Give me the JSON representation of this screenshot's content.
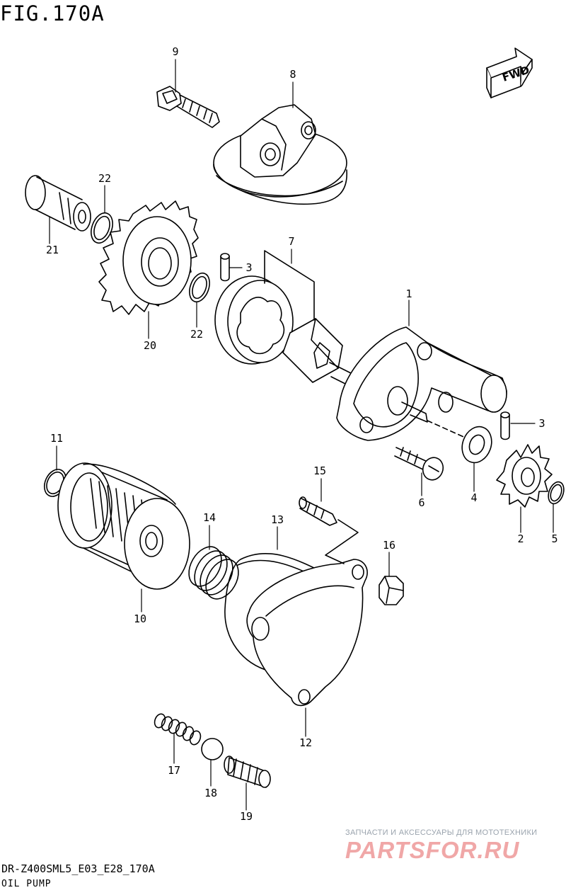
{
  "figure": {
    "title": "FIG.170A",
    "code": "DR-Z400SML5_E03_E28_170A",
    "caption": "OIL PUMP",
    "fwd_label": "FWD"
  },
  "parts": [
    {
      "id": "part-1",
      "number": "1"
    },
    {
      "id": "part-2",
      "number": "2"
    },
    {
      "id": "part-3a",
      "number": "3"
    },
    {
      "id": "part-3b",
      "number": "3"
    },
    {
      "id": "part-4",
      "number": "4"
    },
    {
      "id": "part-5",
      "number": "5"
    },
    {
      "id": "part-6",
      "number": "6"
    },
    {
      "id": "part-7",
      "number": "7"
    },
    {
      "id": "part-8",
      "number": "8"
    },
    {
      "id": "part-9",
      "number": "9"
    },
    {
      "id": "part-10",
      "number": "10"
    },
    {
      "id": "part-11",
      "number": "11"
    },
    {
      "id": "part-12",
      "number": "12"
    },
    {
      "id": "part-13",
      "number": "13"
    },
    {
      "id": "part-14",
      "number": "14"
    },
    {
      "id": "part-15",
      "number": "15"
    },
    {
      "id": "part-16",
      "number": "16"
    },
    {
      "id": "part-17",
      "number": "17"
    },
    {
      "id": "part-18",
      "number": "18"
    },
    {
      "id": "part-19",
      "number": "19"
    },
    {
      "id": "part-20",
      "number": "20"
    },
    {
      "id": "part-21",
      "number": "21"
    },
    {
      "id": "part-22a",
      "number": "22"
    },
    {
      "id": "part-22b",
      "number": "22"
    }
  ],
  "watermark": {
    "tagline": "ЗАПЧАСТИ И АКСЕССУАРЫ ДЛЯ МОТОТЕХНИКИ",
    "brand": "PARTSFOR.RU"
  }
}
